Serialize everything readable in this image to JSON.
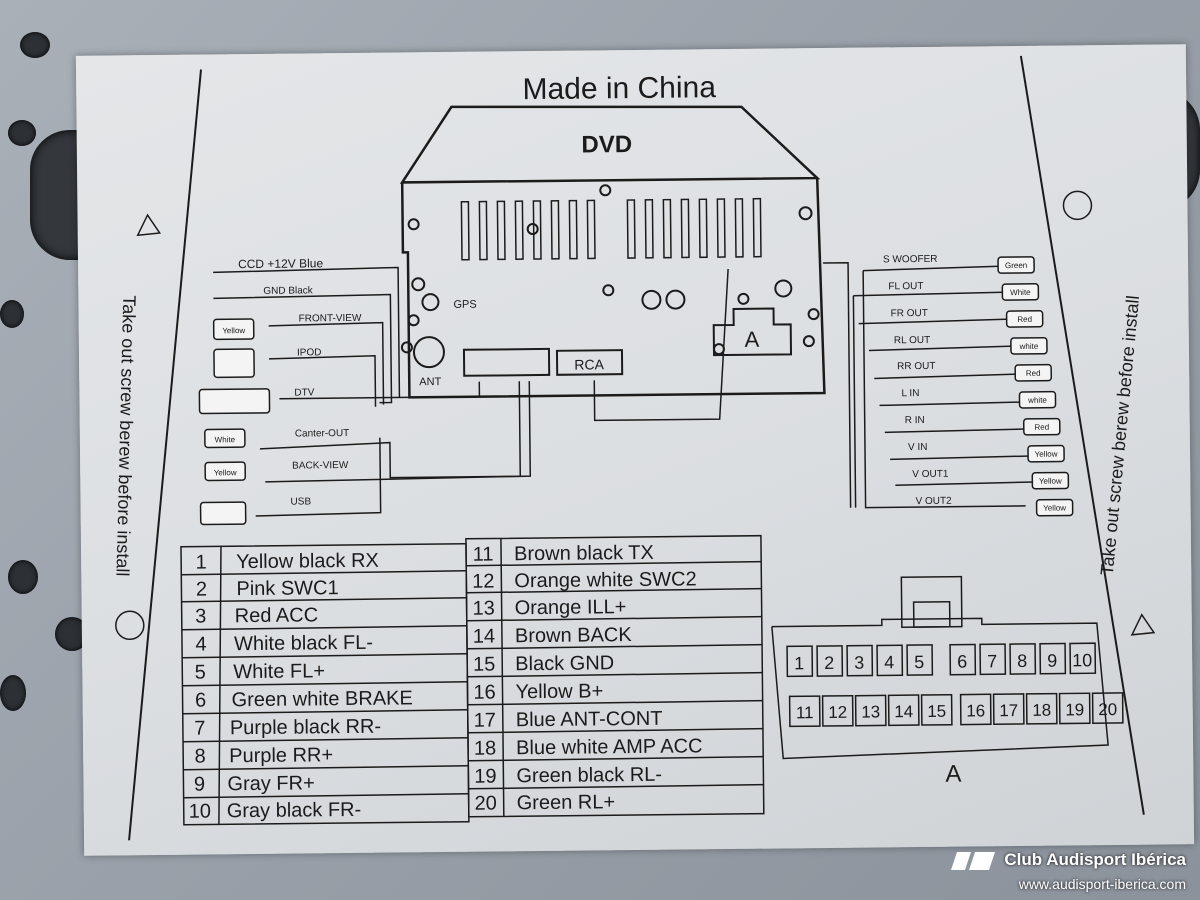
{
  "label": {
    "title": "Made in China",
    "unit": "DVD",
    "ports": {
      "gps": "GPS",
      "ant": "ANT",
      "rca": "RCA",
      "connector": "A"
    },
    "left_cables": [
      {
        "label": "CCD +12V Blue"
      },
      {
        "label": "GND Black"
      },
      {
        "label": "FRONT-VIEW",
        "plug": "Yellow"
      },
      {
        "label": "IPOD"
      },
      {
        "label": "DTV"
      },
      {
        "label": "Canter-OUT",
        "plug": "White"
      },
      {
        "label": "BACK-VIEW",
        "plug": "Yellow"
      },
      {
        "label": "USB"
      }
    ],
    "right_cables": [
      {
        "label": "S WOOFER",
        "plug": "Green"
      },
      {
        "label": "FL OUT",
        "plug": "White"
      },
      {
        "label": "FR OUT",
        "plug": "Red"
      },
      {
        "label": "RL OUT",
        "plug": "white"
      },
      {
        "label": "RR OUT",
        "plug": "Red"
      },
      {
        "label": "L IN",
        "plug": "white"
      },
      {
        "label": "R IN",
        "plug": "Red"
      },
      {
        "label": "V IN",
        "plug": "Yellow"
      },
      {
        "label": "V OUT1",
        "plug": "Yellow"
      },
      {
        "label": "V OUT2",
        "plug": "Yellow"
      }
    ],
    "side_note": "Take out screw berew before install",
    "pin_table": [
      {
        "n": "1",
        "desc": "Yellow black RX"
      },
      {
        "n": "2",
        "desc": "Pink SWC1"
      },
      {
        "n": "3",
        "desc": "Red ACC"
      },
      {
        "n": "4",
        "desc": "White black FL-"
      },
      {
        "n": "5",
        "desc": "White    FL+"
      },
      {
        "n": "6",
        "desc": "Green white BRAKE"
      },
      {
        "n": "7",
        "desc": "Purple black RR-"
      },
      {
        "n": "8",
        "desc": "Purple  RR+"
      },
      {
        "n": "9",
        "desc": "Gray  FR+"
      },
      {
        "n": "10",
        "desc": "Gray black FR-"
      },
      {
        "n": "11",
        "desc": "Brown black TX"
      },
      {
        "n": "12",
        "desc": "Orange white SWC2"
      },
      {
        "n": "13",
        "desc": "Orange  ILL+"
      },
      {
        "n": "14",
        "desc": "Brown  BACK"
      },
      {
        "n": "15",
        "desc": "Black  GND"
      },
      {
        "n": "16",
        "desc": "Yellow  B+"
      },
      {
        "n": "17",
        "desc": "Blue  ANT-CONT"
      },
      {
        "n": "18",
        "desc": "Blue white AMP ACC"
      },
      {
        "n": "19",
        "desc": "Green black RL-"
      },
      {
        "n": "20",
        "desc": "Green  RL+"
      }
    ],
    "connector_pins_top": [
      "1",
      "2",
      "3",
      "4",
      "5",
      "6",
      "7",
      "8",
      "9",
      "10"
    ],
    "connector_pins_bottom": [
      "11",
      "12",
      "13",
      "14",
      "15",
      "16",
      "17",
      "18",
      "19",
      "20"
    ],
    "connector_label": "A"
  },
  "watermark": {
    "brand": "Club Audisport Ibérica",
    "url": "www.audisport-iberica.com"
  }
}
